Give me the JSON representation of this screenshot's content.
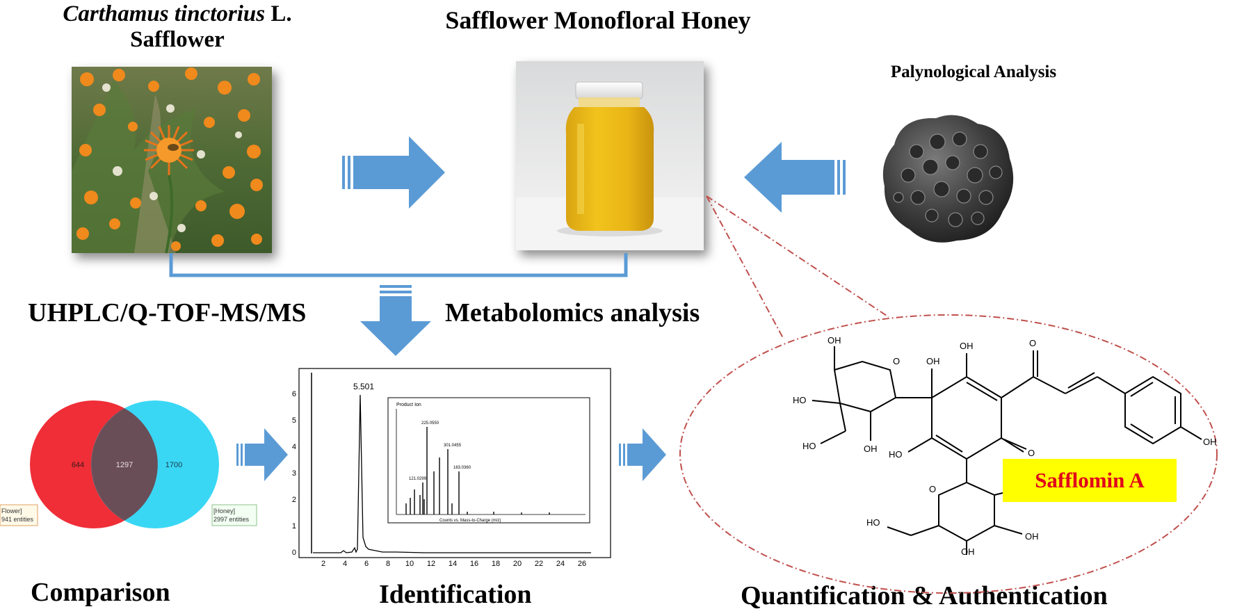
{
  "labels": {
    "species_italic": "Carthamus tinctorius",
    "species_suffix": " L.",
    "plant": "Safflower",
    "honey": "Safflower Monofloral Honey",
    "palynology": "Palynological Analysis",
    "uhplc": "UHPLC/Q-TOF-MS/MS",
    "metabolomics": "Metabolomics analysis",
    "comparison": "Comparison",
    "identification": "Identification",
    "quantification": "Quantification & Authentication"
  },
  "venn": {
    "left_only": "644",
    "overlap": "1297",
    "right_only": "1700",
    "left_box_l1": "Flower]",
    "left_box_l2": "941 entities",
    "right_box_l1": "[Honey]",
    "right_box_l2": "2997 entities",
    "colors": {
      "left": "#ef2e37",
      "right": "#3ad7f5",
      "overlap": "#6a4e57"
    }
  },
  "chromatogram": {
    "peak_label": "5.501",
    "x_ticks": [
      "2",
      "4",
      "6",
      "8",
      "10",
      "12",
      "14",
      "16",
      "18",
      "20",
      "22",
      "24",
      "26"
    ],
    "y_ticks": [
      "0",
      "1",
      "2",
      "3",
      "4",
      "5",
      "6"
    ],
    "inset_title": "Product Ion",
    "inset_peaks": [
      "225.0550",
      "301.0455",
      "163.0360",
      "121.0299"
    ],
    "inset_xlabel": "Counts vs. Mass-to-Charge (m/z)"
  },
  "structure": {
    "oh": "OH",
    "ho": "HO",
    "o": "O",
    "name": "Safflomin A"
  },
  "colors": {
    "arrow": "#5b9bd5",
    "arrow_dark": "#4a86c0",
    "connector": "#5b9bd5",
    "callout": "#c0504d",
    "badge_bg": "#ffff00",
    "badge_text": "#e0001b"
  }
}
